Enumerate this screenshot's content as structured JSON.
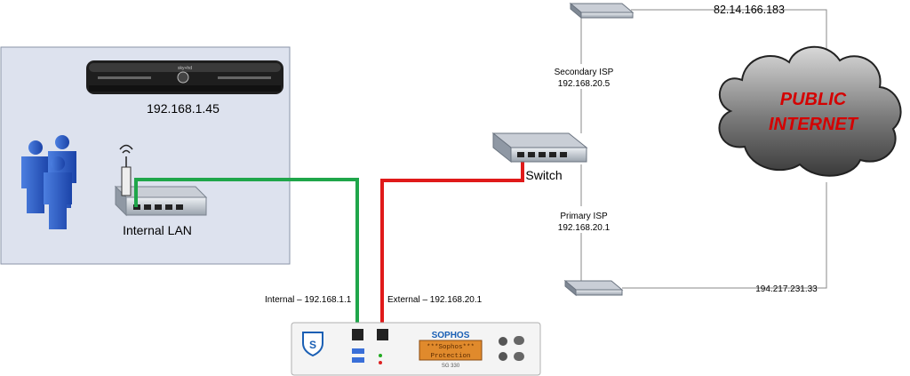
{
  "lan": {
    "box_label": "Internal LAN",
    "sky_ip": "192.168.1.45",
    "sky_brand": "sky+hd"
  },
  "firewall": {
    "brand": "SOPHOS",
    "lcd_line1": "***Sophos***",
    "lcd_line2": "Protection",
    "model": "SG 330",
    "internal_label": "Internal – 192.168.1.1",
    "external_label": "External – 192.168.20.1"
  },
  "switch": {
    "label": "Switch"
  },
  "secondary_isp": {
    "title": "Secondary ISP",
    "ip": "192.168.20.5",
    "public_ip": "82.14.166.183"
  },
  "primary_isp": {
    "title": "Primary ISP",
    "ip": "192.168.20.1",
    "public_ip": "194.217.231.33"
  },
  "internet": {
    "line1": "PUBLIC",
    "line2": "INTERNET"
  },
  "colors": {
    "internal_cable": "#1fa64a",
    "external_cable": "#e01a1a",
    "lan_bg": "#dde2ee"
  }
}
